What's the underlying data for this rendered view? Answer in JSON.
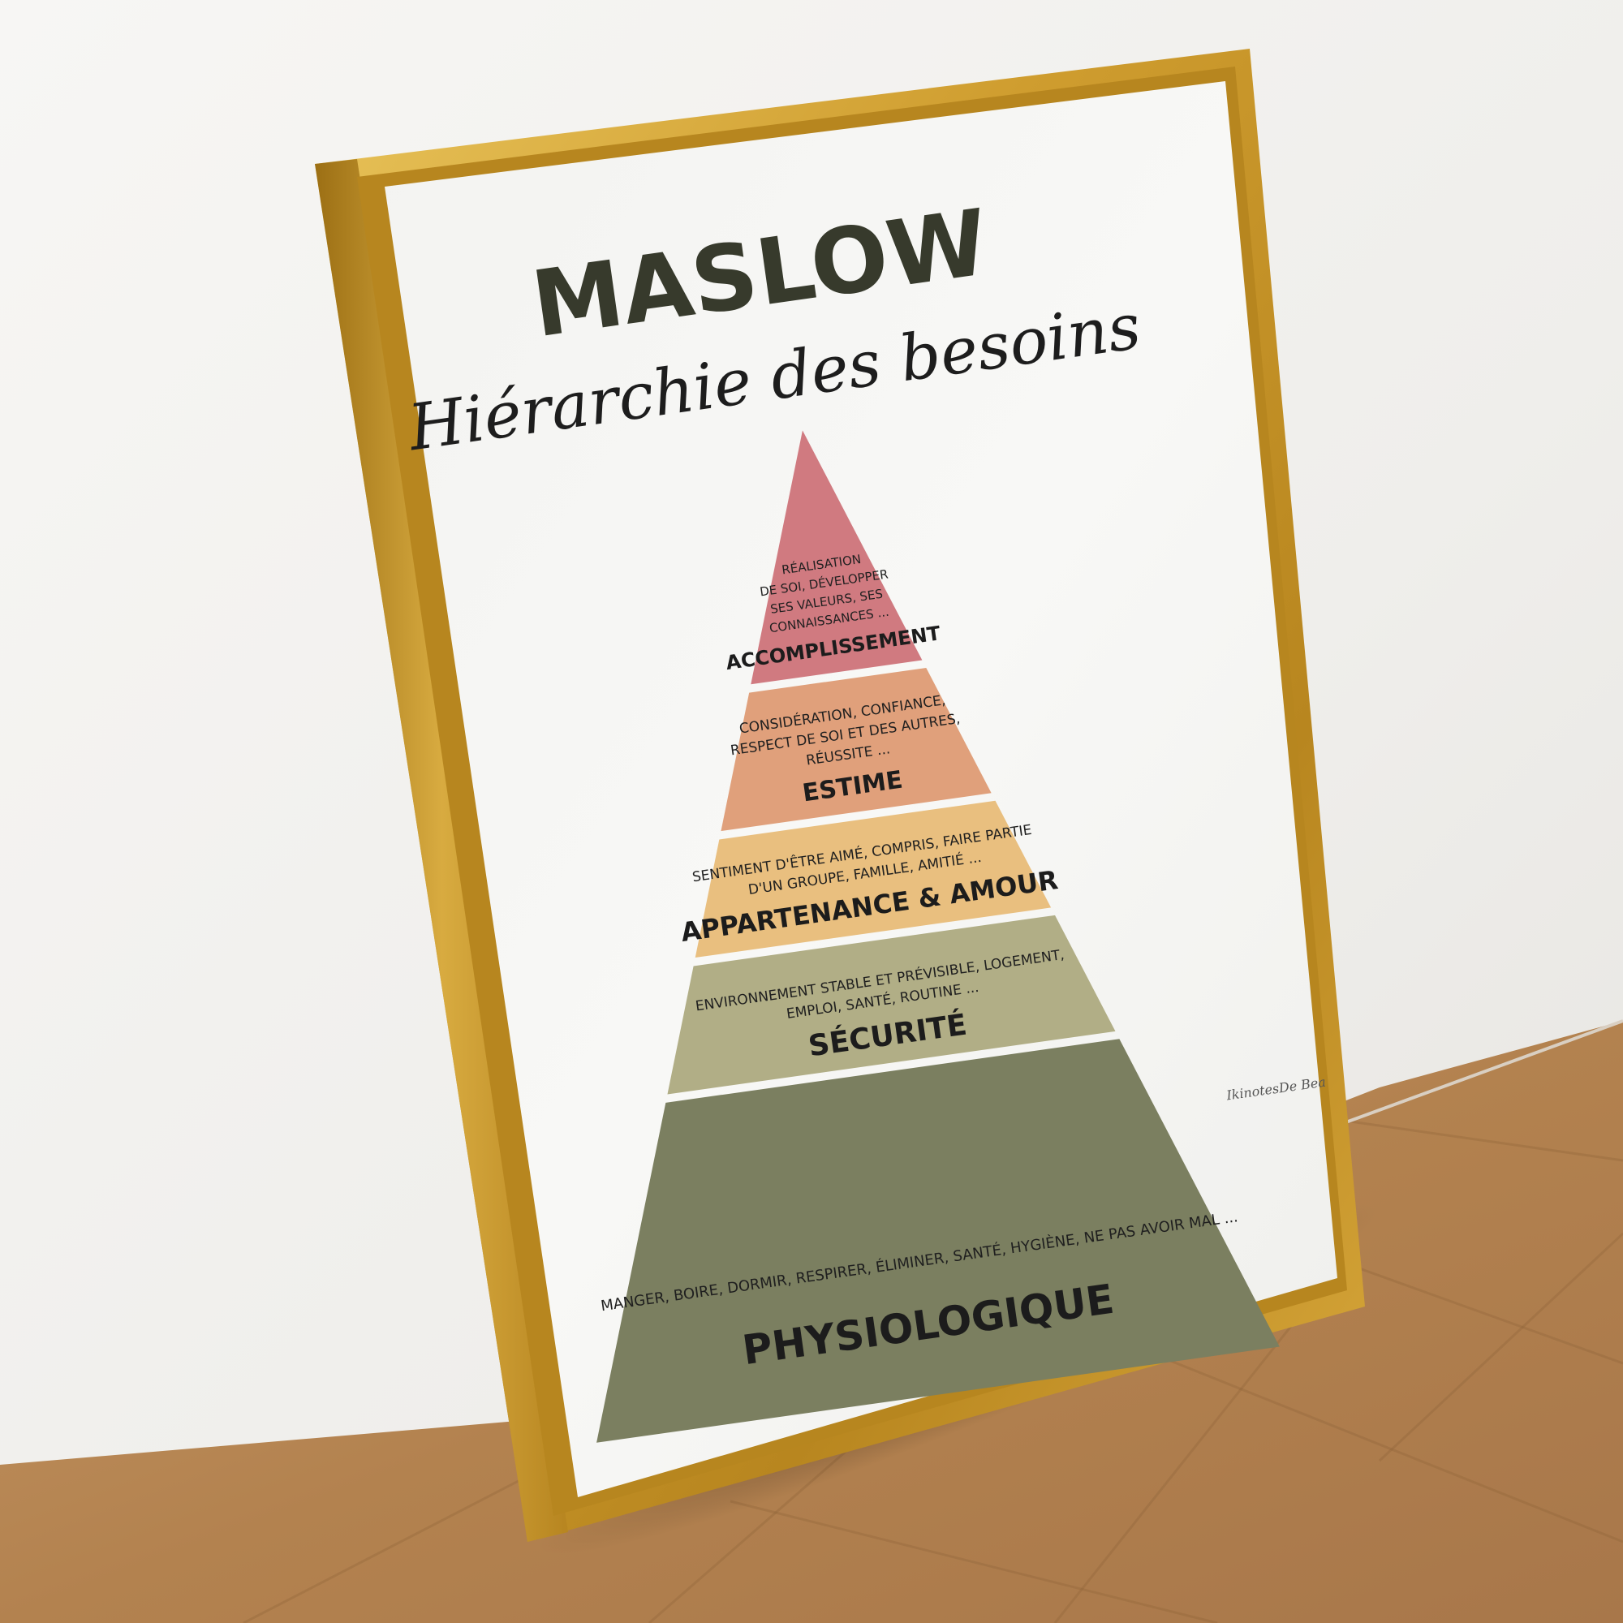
{
  "poster": {
    "title": "MASLOW",
    "subtitle": "Hiérarchie des besoins",
    "signature": "IkinotesDe Bea"
  },
  "levels": [
    {
      "label": "ACCOMPLISSEMENT",
      "description_lines": [
        "RÉALISATION",
        "DE SOI, DÉVELOPPER",
        "SES VALEURS, SES",
        "CONNAISSANCES ..."
      ],
      "color": "#d07a80"
    },
    {
      "label": "ESTIME",
      "description_lines": [
        "CONSIDÉRATION, CONFIANCE,",
        "RESPECT DE SOI ET DES AUTRES,",
        "RÉUSSITE ..."
      ],
      "color": "#e0a07b"
    },
    {
      "label": "APPARTENANCE & AMOUR",
      "description_lines": [
        "SENTIMENT D'ÊTRE AIMÉ, COMPRIS, FAIRE PARTIE",
        "D'UN GROUPE, FAMILLE, AMITIÉ ..."
      ],
      "color": "#e9bf7f"
    },
    {
      "label": "SÉCURITÉ",
      "description_lines": [
        "ENVIRONNEMENT STABLE ET PRÉVISIBLE, LOGEMENT,",
        "EMPLOI, SANTÉ, ROUTINE ..."
      ],
      "color": "#b1ae86"
    },
    {
      "label": "PHYSIOLOGIQUE",
      "description_lines": [
        "MANGER, BOIRE, DORMIR, RESPIRER, ÉLIMINER, SANTÉ, HYGIÈNE, NE PAS AVOIR MAL ..."
      ],
      "color": "#7b7f60"
    }
  ],
  "colors": {
    "wall": "#f3f2ef",
    "floor": "#b98a5e",
    "frame": "#cc9a2e",
    "canvas": "#f7f7f5",
    "title": "#373a2c",
    "text": "#1f1f1f"
  }
}
